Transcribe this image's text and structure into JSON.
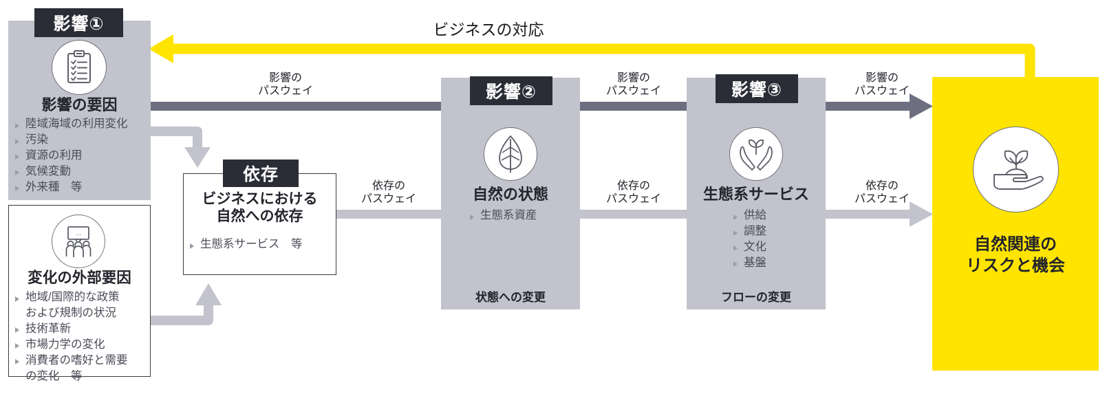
{
  "diagram": {
    "title_flow": "TNFD LEAP nature-related impact and dependency pathway",
    "colors": {
      "tag_bg": "#2b2d36",
      "panel_gray": "#c2c3cc",
      "accent_yellow": "#ffe400",
      "arrow_dark": "#6d6f80",
      "arrow_light": "#c2c3cc",
      "text_dark": "#23242b",
      "bullet_text": "#4a4c57"
    }
  },
  "business_response": {
    "label": "ビジネスの対応",
    "arrow_color": "#ffe400",
    "direction": "right-to-left"
  },
  "columns": [
    {
      "id": "impact-drivers",
      "tag": "影響①",
      "icon": "clipboard-checklist-icon",
      "title": "影響の要因",
      "bullets": [
        "陸域海域の利用変化",
        "汚染",
        "資源の利用",
        "気候変動",
        "外来種　等"
      ],
      "footnote": ""
    },
    {
      "id": "external-drivers",
      "tag": "",
      "icon": "people-discussion-icon",
      "title": "変化の外部要因",
      "bullets": [
        "地域/国際的な政策",
        "および規制の状況",
        "技術革新",
        "市場力学の変化",
        "消費者の嗜好と需要",
        "の変化　等"
      ],
      "footnote": ""
    },
    {
      "id": "dependency",
      "tag": "依存",
      "icon": "",
      "title": "ビジネスにおける\n自然への依存",
      "bullets": [
        "生態系サービス　等"
      ],
      "footnote": ""
    },
    {
      "id": "state-of-nature",
      "tag": "影響②",
      "icon": "leaf-icon",
      "title": "自然の状態",
      "bullets": [
        "生態系資産"
      ],
      "footnote": "状態への変更"
    },
    {
      "id": "ecosystem-services",
      "tag": "影響③",
      "icon": "hands-plant-icon",
      "title": "生態系サービス",
      "bullets": [
        "供給",
        "調整",
        "文化",
        "基盤"
      ],
      "footnote": "フローの変更"
    },
    {
      "id": "risks-opportunities",
      "tag": "",
      "icon": "hand-sprout-icon",
      "title": "自然関連の\nリスクと機会",
      "bullets": [],
      "footnote": ""
    }
  ],
  "pathways": [
    {
      "id": "impact-1",
      "label": "影響の\nパスウェイ",
      "type": "impact"
    },
    {
      "id": "impact-2",
      "label": "影響の\nパスウェイ",
      "type": "impact"
    },
    {
      "id": "impact-3",
      "label": "影響の\nパスウェイ",
      "type": "impact"
    },
    {
      "id": "dependency-1",
      "label": "依存の\nパスウェイ",
      "type": "dependency"
    },
    {
      "id": "dependency-2",
      "label": "依存の\nパスウェイ",
      "type": "dependency"
    },
    {
      "id": "dependency-3",
      "label": "依存の\nパスウェイ",
      "type": "dependency"
    }
  ]
}
